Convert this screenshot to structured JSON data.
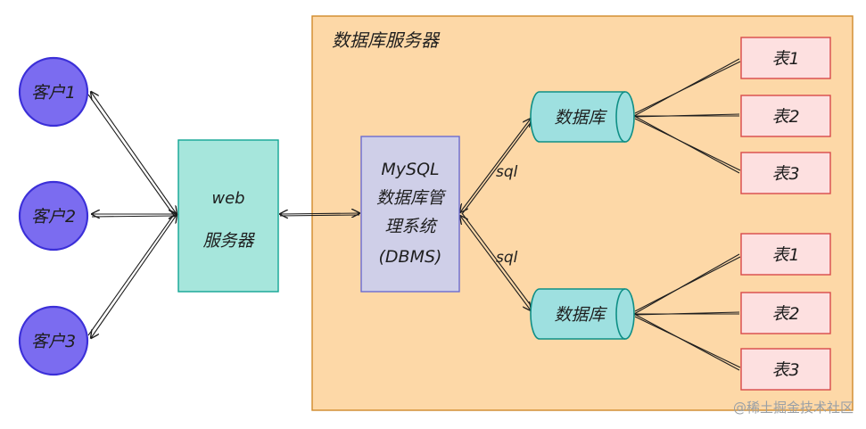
{
  "server": {
    "title": "数据库服务器"
  },
  "clients": [
    {
      "label": "客户1"
    },
    {
      "label": "客户2"
    },
    {
      "label": "客户3"
    }
  ],
  "web": {
    "line1": "web",
    "line2": "服务器"
  },
  "dbms": {
    "lines": [
      "MySQL",
      "数据库管",
      "理系统",
      "(DBMS)"
    ]
  },
  "sql_labels": [
    "sql",
    "sql"
  ],
  "databases": [
    {
      "label": "数据库",
      "tables": [
        "表1",
        "表2",
        "表3"
      ]
    },
    {
      "label": "数据库",
      "tables": [
        "表1",
        "表2",
        "表3"
      ]
    }
  ],
  "watermark": "@稀土掘金技术社区",
  "colors": {
    "server_fill": "#fdd8a7",
    "server_stroke": "#d08a2a",
    "client_fill": "#7b6cf0",
    "client_stroke": "#3b2fd8",
    "web_fill": "#a6e6dc",
    "web_stroke": "#12a594",
    "dbms_fill": "#cfcfe8",
    "dbms_stroke": "#6b6bd0",
    "db_fill": "#9ee0e0",
    "db_stroke": "#0f8f86",
    "table_fill": "#fde0e0",
    "table_stroke": "#d84a4a"
  }
}
